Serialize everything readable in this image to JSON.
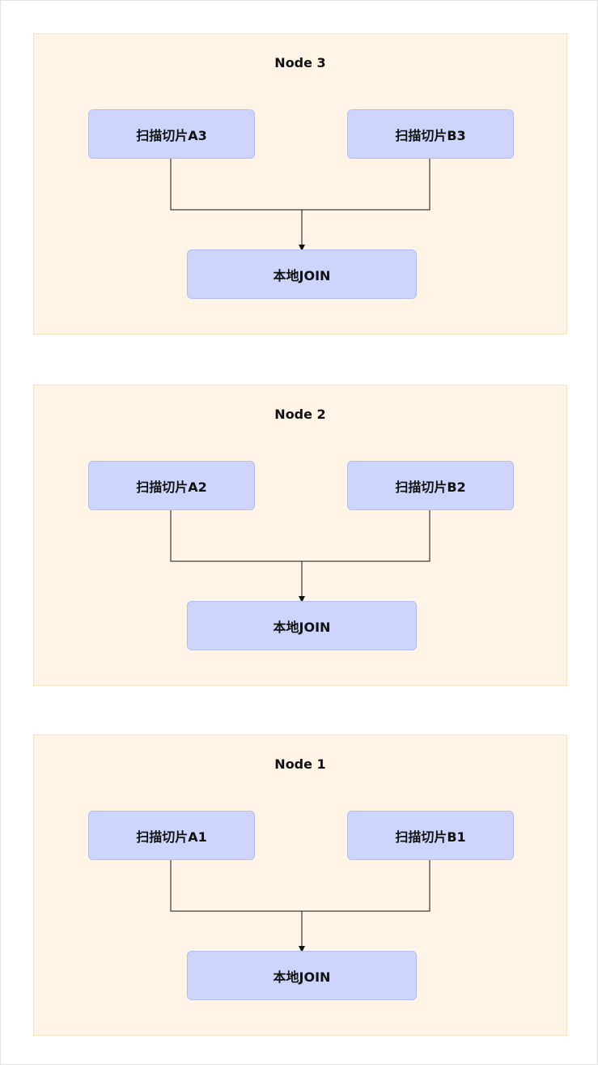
{
  "nodes": [
    {
      "title": "Node 3",
      "scan_a": "扫描切片A3",
      "scan_b": "扫描切片B3",
      "join": "本地JOIN"
    },
    {
      "title": "Node 2",
      "scan_a": "扫描切片A2",
      "scan_b": "扫描切片B2",
      "join": "本地JOIN"
    },
    {
      "title": "Node 1",
      "scan_a": "扫描切片A1",
      "scan_b": "扫描切片B1",
      "join": "本地JOIN"
    }
  ],
  "colors": {
    "panel_fill": "#fff4e6",
    "panel_border": "#f7e3bf",
    "box_fill": "#cdd5fc",
    "box_border": "#b2bdf4",
    "line": "#111111"
  }
}
